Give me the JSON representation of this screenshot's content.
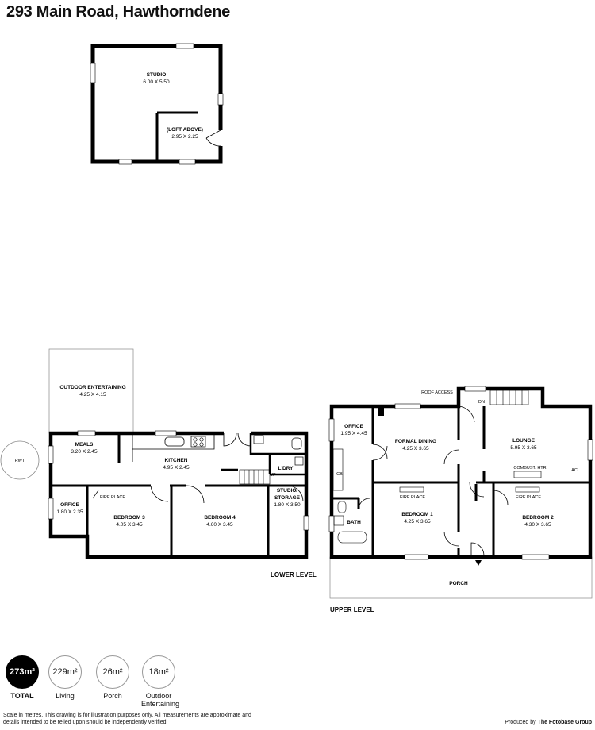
{
  "title": "293 Main Road, Hawthorndene",
  "studio_building": {
    "studio": {
      "label": "STUDIO",
      "dims": "6.00 X 5.50"
    },
    "loft": {
      "label": "(LOFT ABOVE)",
      "dims": "2.95 X 2.25"
    }
  },
  "lower_level": {
    "level_label": "LOWER LEVEL",
    "outdoor": {
      "label": "OUTDOOR ENTERTAINING",
      "dims": "4.25 X 4.15"
    },
    "rwt": "RWT",
    "meals": {
      "label": "MEALS",
      "dims": "3.20 X 2.45"
    },
    "kitchen": {
      "label": "KITCHEN",
      "dims": "4.95 X 2.45"
    },
    "laundry": {
      "label": "L'DRY"
    },
    "stairs_up": "UP",
    "office": {
      "label": "OFFICE",
      "dims": "1.80 X 2.35"
    },
    "fireplace": "FIRE PLACE",
    "bedroom3": {
      "label": "BEDROOM 3",
      "dims": "4.05 X 3.45"
    },
    "bedroom4": {
      "label": "BEDROOM 4",
      "dims": "4.60 X 3.45"
    },
    "studio_storage": {
      "label1": "STUDIO/",
      "label2": "STORAGE",
      "dims": "1.80 X 3.50"
    }
  },
  "upper_level": {
    "level_label": "UPPER LEVEL",
    "roof_access": "ROOF ACCESS",
    "stairs_down": "DN",
    "office": {
      "label": "OFFICE",
      "dims": "1.95 X 4.45"
    },
    "cb": "CB",
    "formal_dining": {
      "label": "FORMAL DINING",
      "dims": "4.25 X 3.65"
    },
    "lounge": {
      "label": "LOUNGE",
      "dims": "5.95 X 3.65"
    },
    "combust_htr": "COMBUST. HTR",
    "ac": "AC",
    "bath": {
      "label": "BATH"
    },
    "bedroom1": {
      "label": "BEDROOM 1",
      "dims": "4.25 X 3.65",
      "fireplace": "FIRE PLACE"
    },
    "bedroom2": {
      "label": "BEDROOM 2",
      "dims": "4.30 X 3.65",
      "fireplace": "FIRE PLACE"
    },
    "porch": {
      "label": "PORCH"
    }
  },
  "stats": [
    {
      "value": "273m²",
      "label": "TOTAL"
    },
    {
      "value": "229m²",
      "label": "Living"
    },
    {
      "value": "26m²",
      "label": "Porch"
    },
    {
      "value": "18m²",
      "label1": "Outdoor",
      "label2": "Entertaining"
    }
  ],
  "disclaimer": "Scale in metres. This drawing is for illustration purposes only. All measurements are approximate and details intended to be relied upon should be independently verified.",
  "producer": {
    "prefix": "Produced by",
    "name": "The Fotobase Group"
  }
}
